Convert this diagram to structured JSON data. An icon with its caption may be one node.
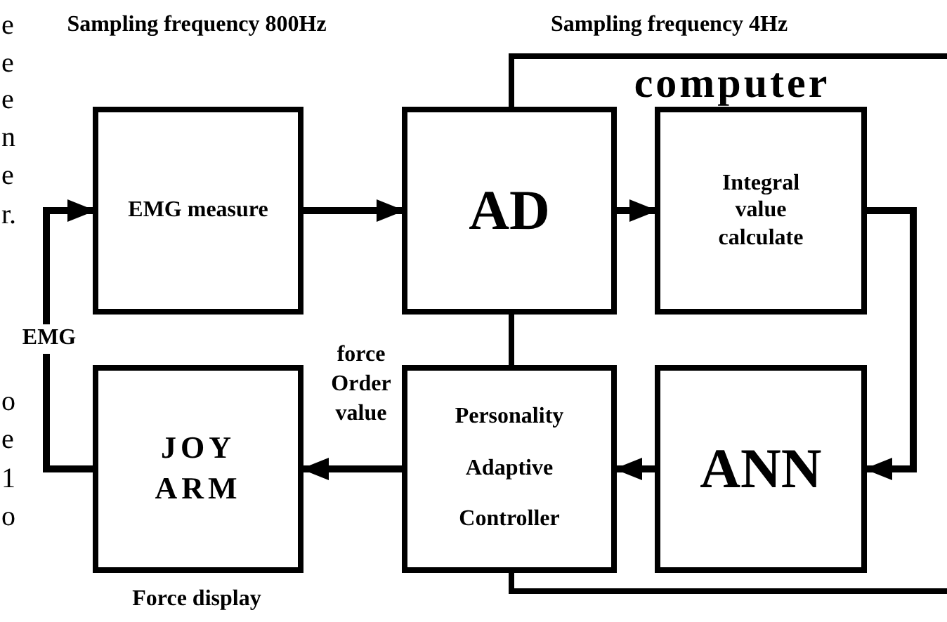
{
  "diagram": {
    "nodes": [
      {
        "text": [
          "computer"
        ]
      },
      {
        "text": [
          "EMG measure"
        ],
        "beside": [
          "Sampling frequency 800Hz"
        ]
      },
      {
        "text": [
          "AD"
        ]
      },
      {
        "text": [
          "Integral value calculate"
        ],
        "in": 0
      },
      {
        "text": [
          "JOY ARM"
        ],
        "beside": [
          "Force display"
        ]
      },
      {
        "text": [
          "Personality Adaptive Controller"
        ]
      },
      {
        "text": [
          "ANN"
        ],
        "in": 0
      }
    ],
    "edges": [
      {
        "from": 1,
        "to": 2,
        "arrow": "to"
      },
      {
        "from": 2,
        "to": 3,
        "arrow": "to"
      },
      {
        "from": 3,
        "to": 6,
        "arrow": "to"
      },
      {
        "from": 6,
        "to": 5,
        "arrow": "to"
      },
      {
        "from": 5,
        "to": 4,
        "arrow": "to",
        "label": "force Order value"
      },
      {
        "from": 4,
        "to": 1,
        "arrow": "to",
        "label": "EMG"
      }
    ],
    "labels": [
      "e",
      "e",
      "e",
      "n",
      "e",
      "r.",
      "o",
      "e",
      "1",
      "o",
      "Sampling frequency 4Hz"
    ]
  }
}
